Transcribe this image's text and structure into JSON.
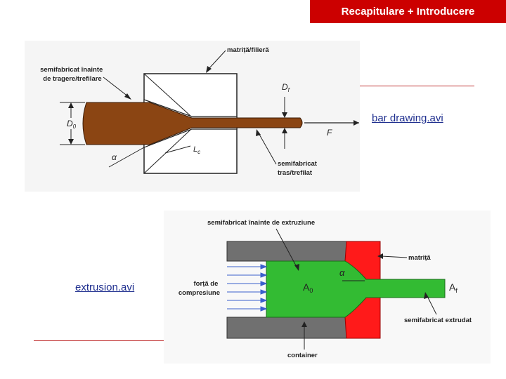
{
  "header": {
    "title": "Recapitulare + Introducere"
  },
  "links": {
    "bar_drawing": "bar drawing.avi",
    "extrusion": "extrusion.avi"
  },
  "drawing": {
    "label_die": "matriță/filieră",
    "label_before_1": "semifabricat înainte",
    "label_before_2": "de tragere/trefilare",
    "label_after_1": "semifabricat",
    "label_after_2": "tras/trefilat",
    "d0": "D",
    "d0_sub": "0",
    "df": "D",
    "df_sub": "f",
    "force": "F",
    "alpha": "α",
    "lc": "L",
    "lc_sub": "c"
  },
  "extrusion": {
    "label_before": "semifabricat înainte de extruziune",
    "label_die": "matriță",
    "label_force_1": "forță de",
    "label_force_2": "compresiune",
    "label_extruded": "semifabricat extrudat",
    "label_container": "container",
    "a0": "A",
    "a0_sub": "0",
    "af": "A",
    "af_sub": "f",
    "alpha": "α"
  },
  "colors": {
    "accent": "#cc0000",
    "billet_drawing": "#8b4513",
    "billet_extrusion": "#33bb33",
    "container": "#707070",
    "die_extrusion": "#ff1a1a"
  }
}
